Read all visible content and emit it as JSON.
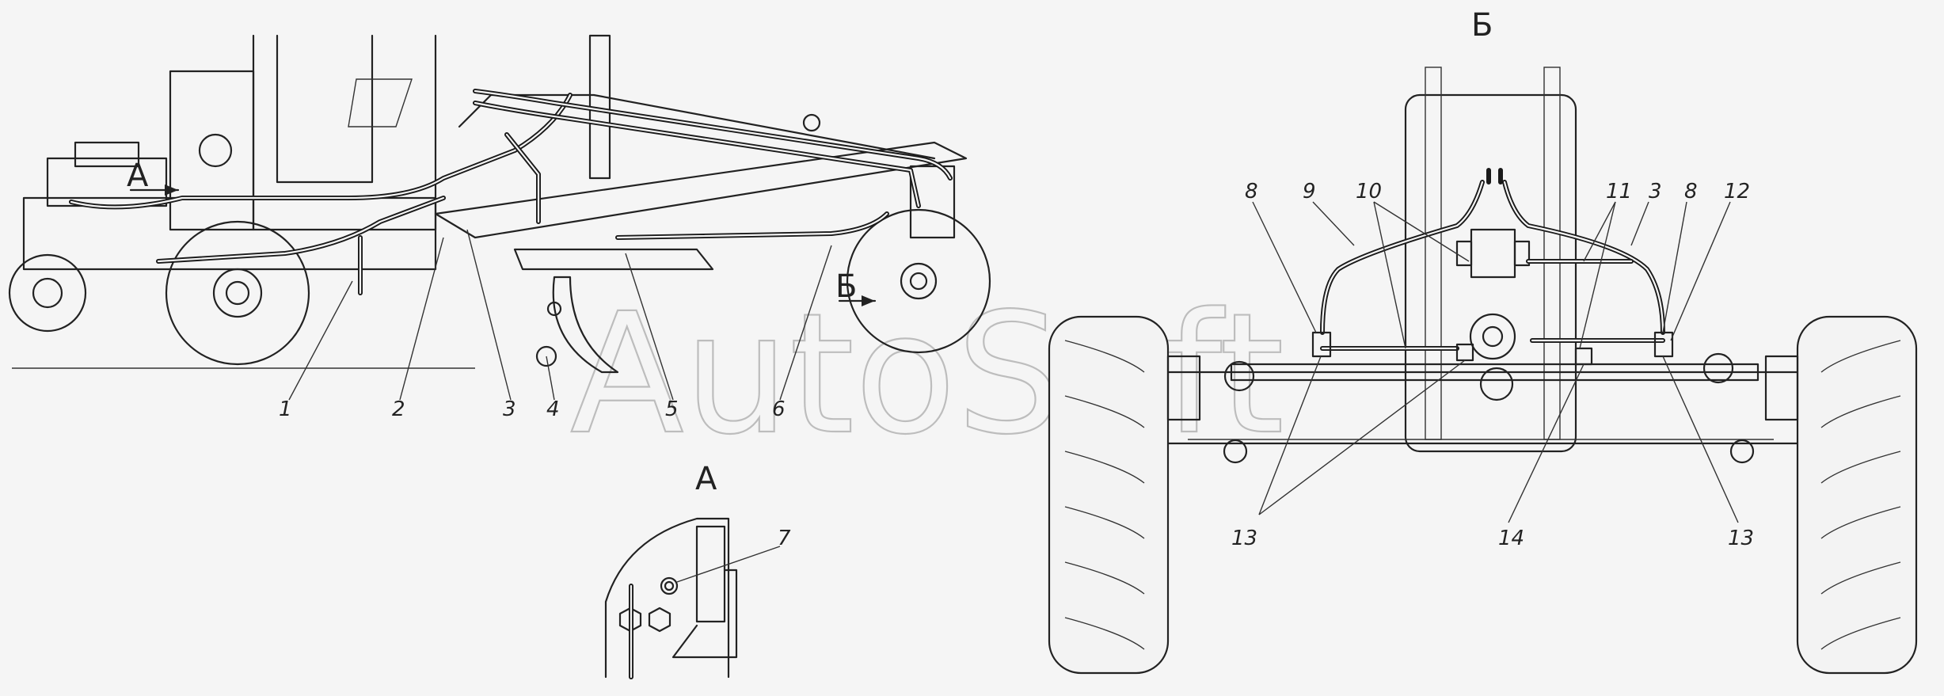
{
  "watermark": "AutoSoft",
  "view_labels": {
    "view_a_arrow": "А",
    "view_b_arrow": "Б",
    "view_b_title": "Б",
    "view_a_title": "А"
  },
  "callouts": {
    "c1": "1",
    "c2": "2",
    "c3": "3",
    "c4": "4",
    "c5": "5",
    "c6": "6",
    "c7": "7",
    "c8a": "8",
    "c9": "9",
    "c10": "10",
    "c11": "11",
    "c3b": "3",
    "c8b": "8",
    "c12": "12",
    "c13a": "13",
    "c14": "14",
    "c13b": "13"
  }
}
